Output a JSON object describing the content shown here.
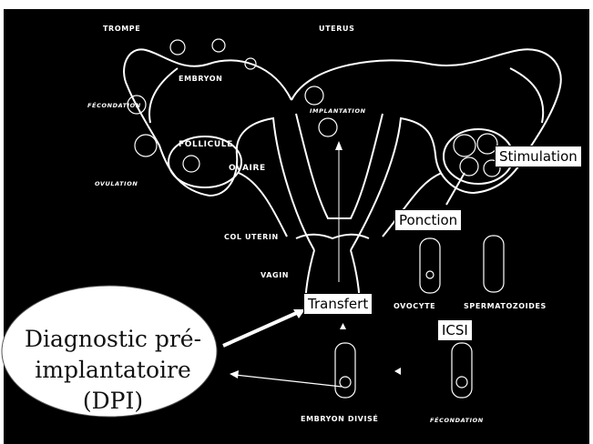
{
  "labels": {
    "trompe": "TROMPE",
    "uterus": "UTERUS",
    "embryon": "EMBRYON",
    "fecondation_left": "FÉCONDATION",
    "implantation": "IMPLANTATION",
    "follicule": "FOLLICULE",
    "ovaire": "OVAIRE",
    "ovulation": "OVULATION",
    "col_uterin": "COL UTERIN",
    "vagin": "VAGIN",
    "ovocyte": "OVOCYTE",
    "spermatozoides": "SPERMATOZOIDES",
    "embryon_divise": "EMBRYON DIVISÉ",
    "fecondation_bottom": "FÉCONDATION"
  },
  "callouts": {
    "stimulation": "Stimulation",
    "ponction": "Ponction",
    "transfert": "Transfert",
    "icsi": "ICSI"
  },
  "dpi": {
    "line1": "Diagnostic pré-",
    "line2": "implantatoire",
    "line3": "(DPI)"
  },
  "colors": {
    "background": "#000000",
    "drawing": "#ffffff",
    "callout_fill": "#ffffff"
  }
}
